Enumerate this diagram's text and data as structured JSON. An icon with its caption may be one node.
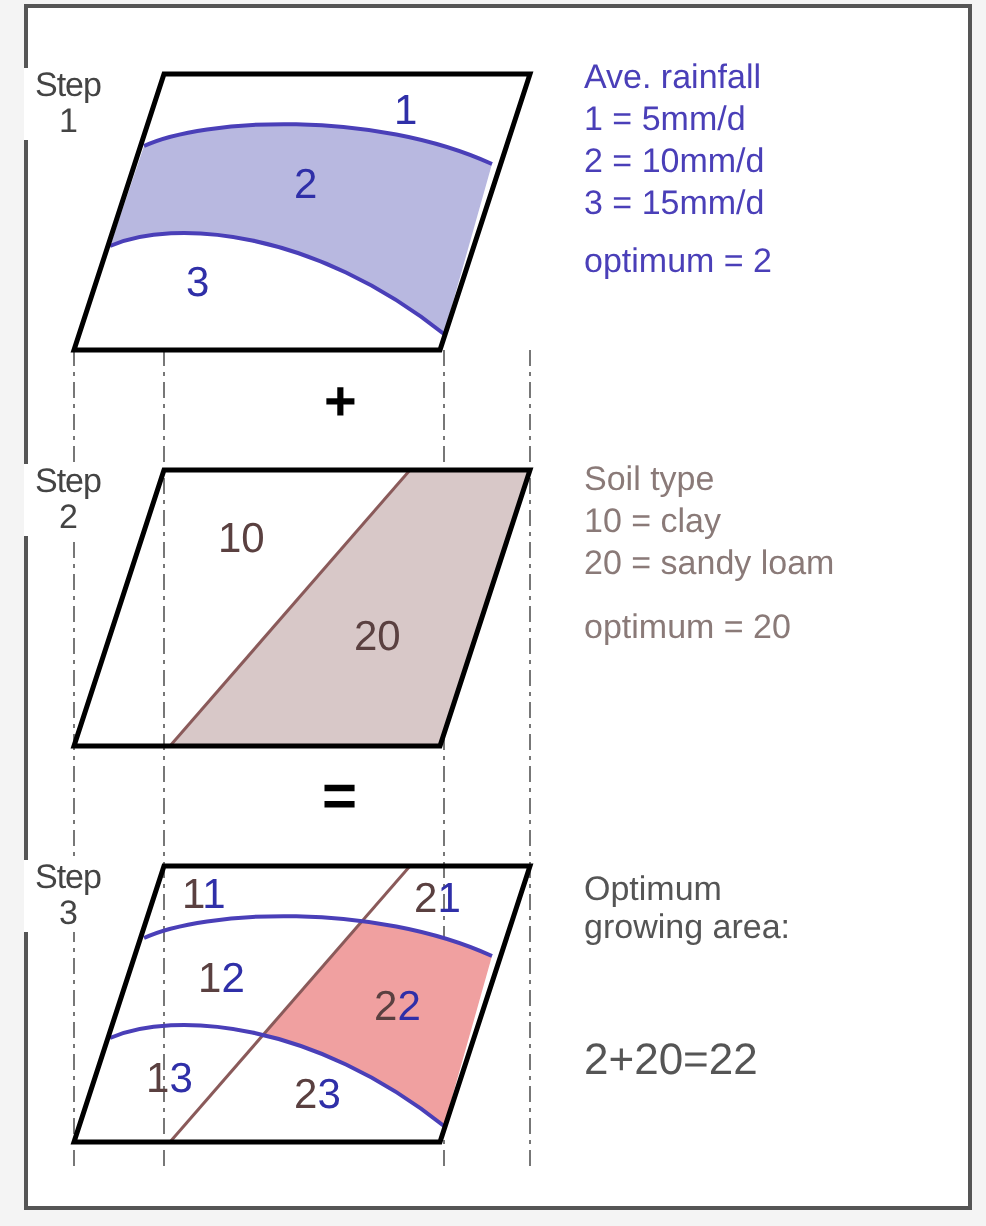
{
  "diagram": {
    "nodes": [
      {
        "text": [
          "1",
          "2",
          "3"
        ],
        "beside": [
          "Step 1"
        ]
      },
      {
        "text": [
          "10",
          "20"
        ],
        "beside": [
          "Step 2"
        ]
      },
      {
        "text": [
          "11",
          "21",
          "12",
          "22",
          "13",
          "23"
        ],
        "beside": [
          "Step 3"
        ]
      }
    ],
    "labels": [
      "Ave. rainfall",
      "1 = 5mm/d",
      "2 = 10mm/d",
      "3 = 15mm/d",
      "optimum = 2",
      "+",
      "Soil type",
      "10 = clay",
      "20 = sandy loam",
      "optimum = 20",
      "=",
      "Optimum growing area:",
      "2+20=22"
    ]
  }
}
